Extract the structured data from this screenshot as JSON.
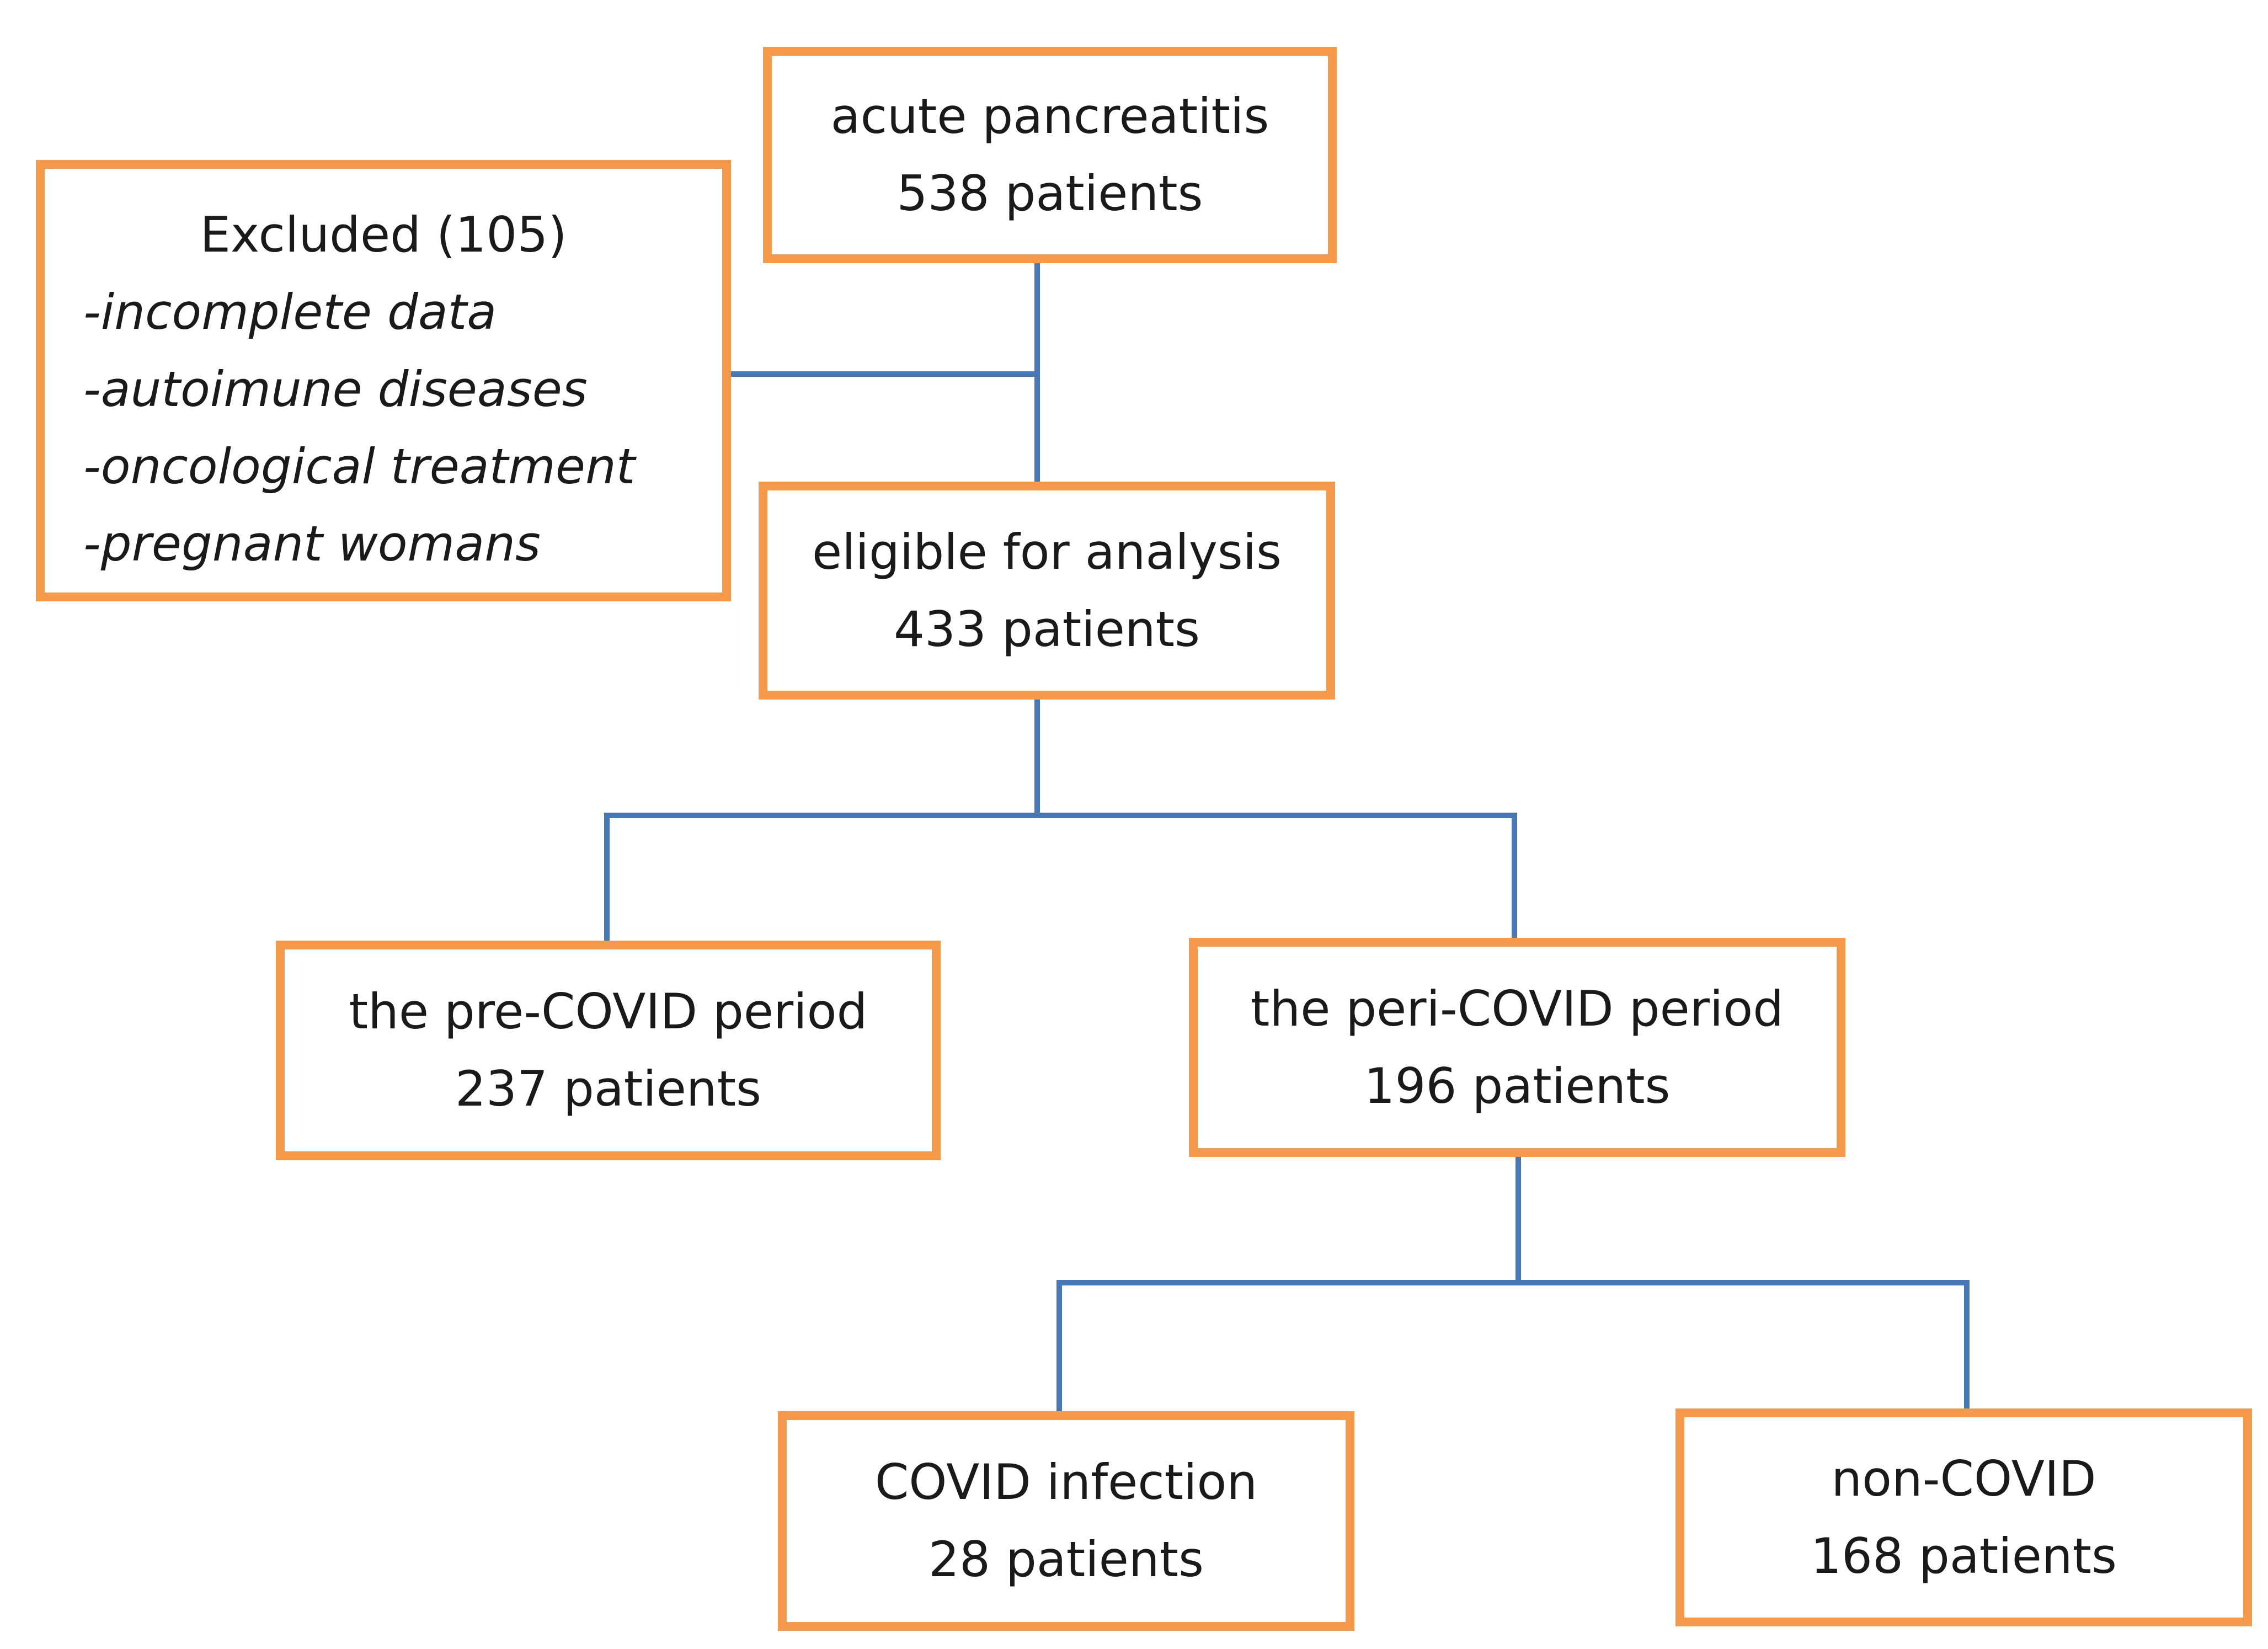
{
  "flowchart": {
    "start": {
      "title": "acute pancreatitis",
      "count": "538 patients"
    },
    "excluded": {
      "title": "Excluded (105)",
      "criteria": [
        "-incomplete data",
        "-autoimune diseases",
        "-oncological treatment",
        "-pregnant womans"
      ]
    },
    "eligible": {
      "title": "eligible for analysis",
      "count": "433 patients"
    },
    "pre_covid": {
      "title": "the pre-COVID period",
      "count": "237 patients"
    },
    "peri_covid": {
      "title": "the peri-COVID period",
      "count": "196 patients"
    },
    "covid_infection": {
      "title": "COVID infection",
      "count": "28 patients"
    },
    "non_covid": {
      "title": "non-COVID",
      "count": "168 patients"
    }
  },
  "colors": {
    "box_border": "#f5994a",
    "connector": "#4a78b5"
  }
}
